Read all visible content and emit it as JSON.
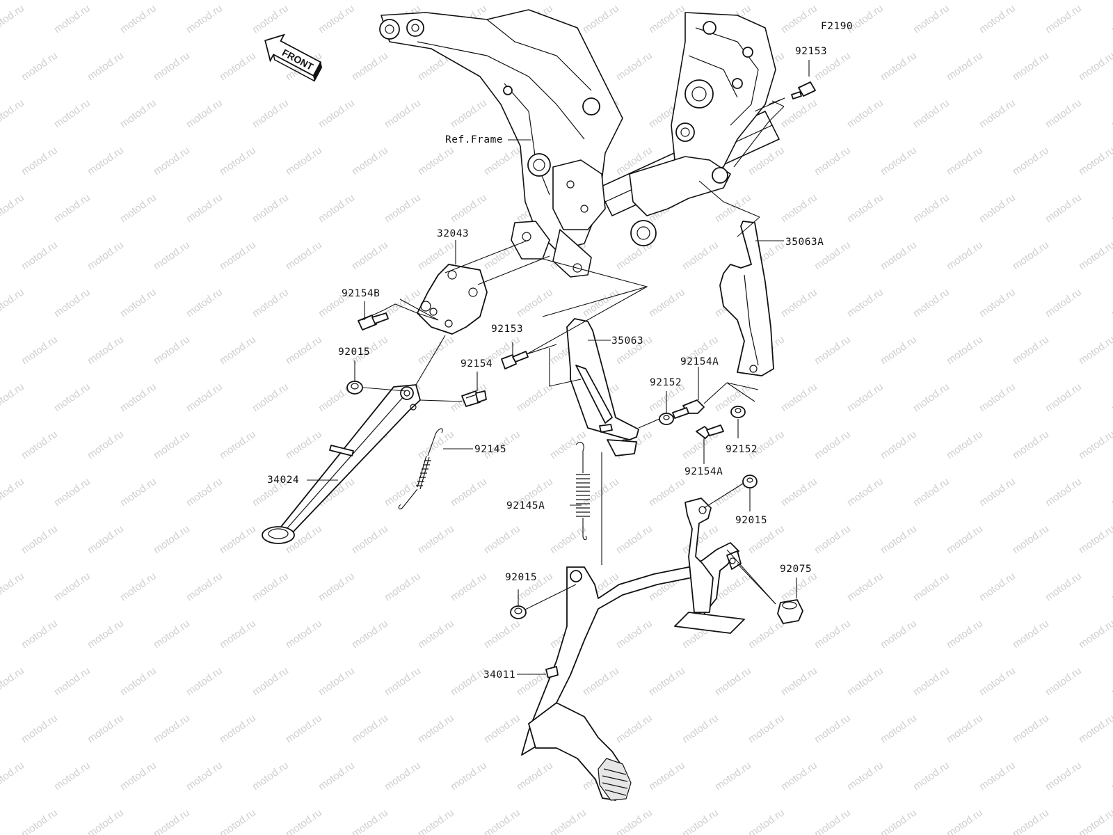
{
  "diagram_code": "F2190",
  "front_label": "FRONT",
  "watermark": "motod.ru",
  "labels": {
    "ref_frame": "Ref.Frame",
    "p92153_top": "92153",
    "p32043": "32043",
    "p35063A": "35063A",
    "p92154B": "92154B",
    "p92153": "92153",
    "p35063": "35063",
    "p92015_a": "92015",
    "p92154": "92154",
    "p92154A_a": "92154A",
    "p92152_a": "92152",
    "p92145": "92145",
    "p92152_b": "92152",
    "p34024": "34024",
    "p92154A_b": "92154A",
    "p92145A": "92145A",
    "p92015_b": "92015",
    "p92015_c": "92015",
    "p92075": "92075",
    "p34011": "34011"
  }
}
